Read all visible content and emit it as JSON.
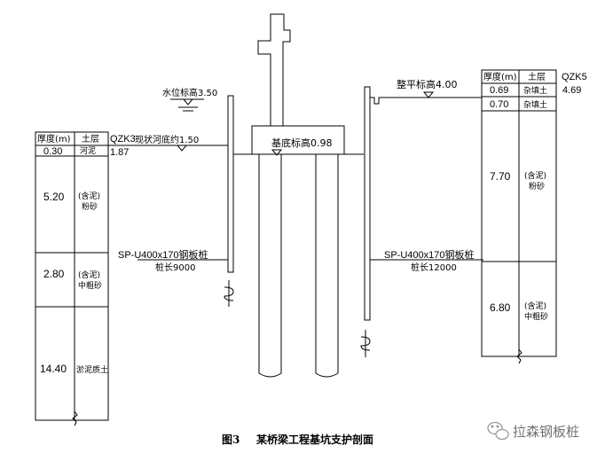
{
  "caption": {
    "figure_no": "图3",
    "title": "某桥梁工程基坑支护剖面"
  },
  "watermark": {
    "icon": "wechat-icon",
    "text": "拉森钢板桩"
  },
  "left_borehole": {
    "id": "QZK3",
    "header_thickness": "厚度(m)",
    "header_soil": "土层",
    "top_elevation": "1.87",
    "layers": [
      {
        "thickness": "0.30",
        "soil": "河泥"
      },
      {
        "thickness": "5.20",
        "soil_1": "(含泥)",
        "soil_2": "粉砂"
      },
      {
        "thickness": "2.80",
        "soil_1": "(含泥)",
        "soil_2": "中粗砂"
      },
      {
        "thickness": "14.40",
        "soil": "淤泥质土"
      }
    ]
  },
  "right_borehole": {
    "id": "QZK5",
    "header_thickness": "厚度(m)",
    "header_soil": "土层",
    "top_elevation": "4.69",
    "layers": [
      {
        "thickness": "0.69",
        "soil": "杂填土"
      },
      {
        "thickness": "0.70",
        "soil": "杂填土"
      },
      {
        "thickness": "7.70",
        "soil_1": "(含泥)",
        "soil_2": "粉砂"
      },
      {
        "thickness": "6.80",
        "soil_1": "(含泥)",
        "soil_2": "中粗砂"
      }
    ]
  },
  "annotations": {
    "water_level": "水位标高3.50",
    "river_bed": "现状河底约1.50",
    "base_level": "基底标高0.98",
    "ground_level": "整平标高4.00",
    "left_pile_type": "SP-U400x170钢板桩",
    "left_pile_length": "桩长9000",
    "right_pile_type": "SP-U400x170钢板桩",
    "right_pile_length": "桩长12000"
  }
}
